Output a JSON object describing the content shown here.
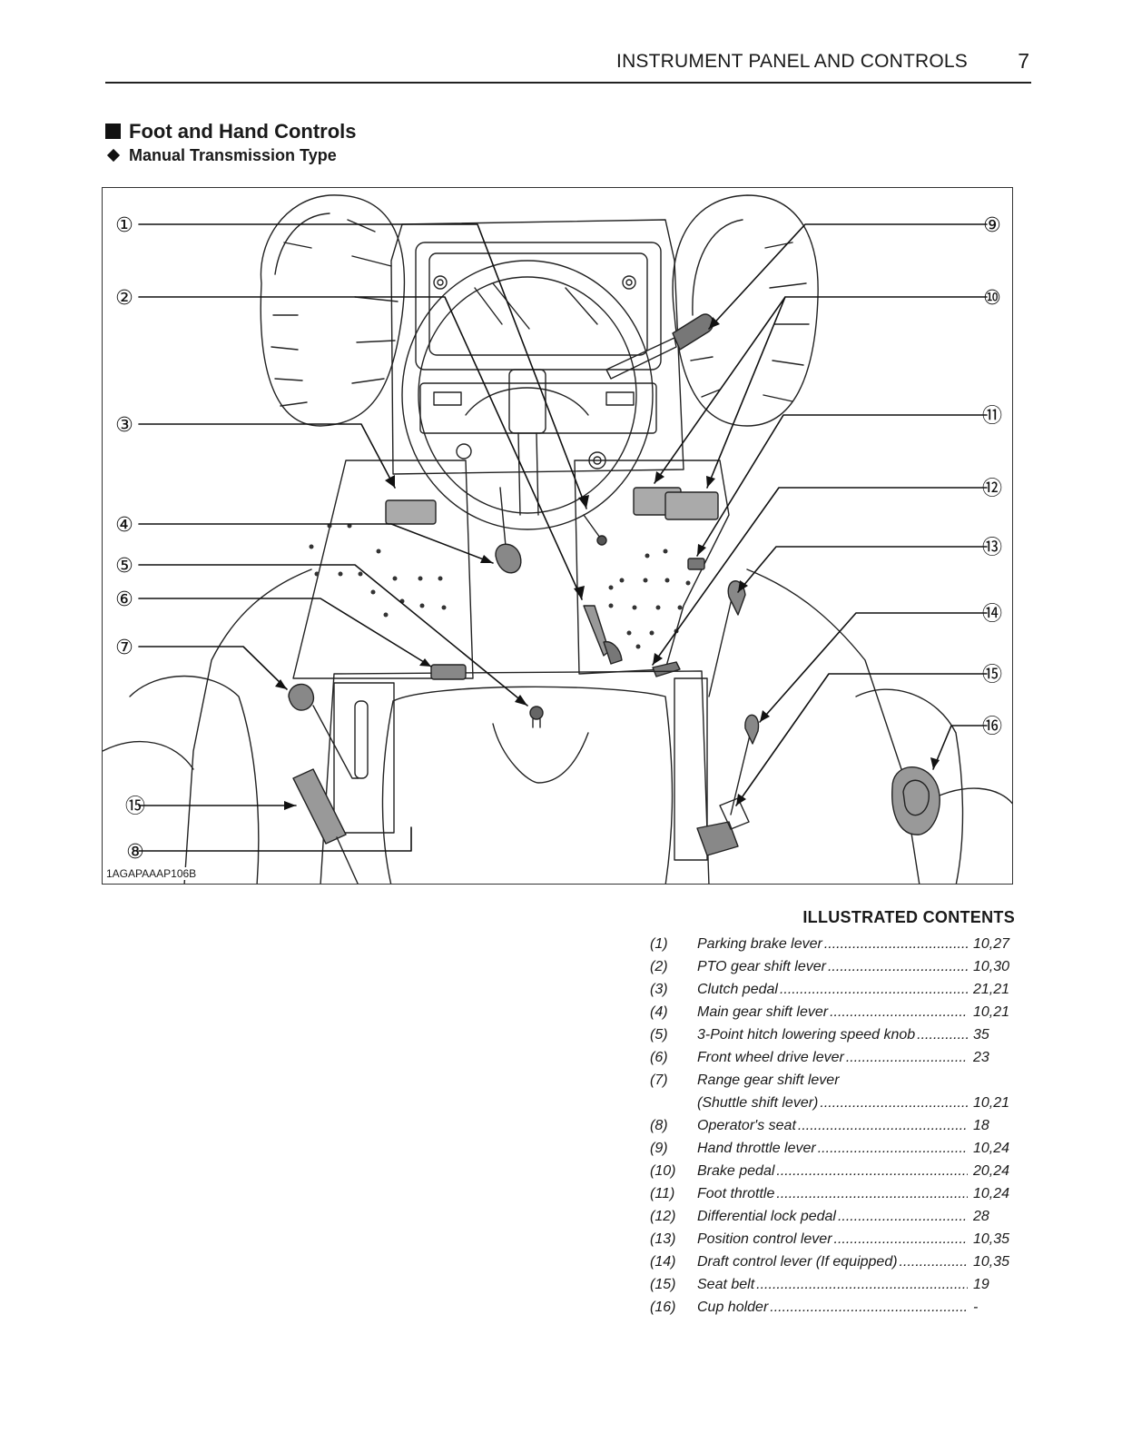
{
  "running_head": {
    "section": "INSTRUMENT PANEL AND CONTROLS",
    "page_number": "7"
  },
  "heading": {
    "title": "Foot and Hand Controls",
    "subtitle": "Manual Transmission Type"
  },
  "figure": {
    "id": "1AGAPAAAP106B",
    "callout_labels": {
      "c1": "①",
      "c2": "②",
      "c3": "③",
      "c4": "④",
      "c5": "⑤",
      "c6": "⑥",
      "c7": "⑦",
      "c8": "⑧",
      "c9": "⑨",
      "c10": "⑩",
      "c11": "⑪",
      "c12": "⑫",
      "c13": "⑬",
      "c14": "⑭",
      "c15": "⑮",
      "c16": "⑯",
      "c15b": "⑮"
    }
  },
  "contents": {
    "title": "ILLUSTRATED CONTENTS",
    "items": [
      {
        "num": "(1)",
        "label": "Parking brake lever",
        "pages": "10,27"
      },
      {
        "num": "(2)",
        "label": "PTO gear shift lever",
        "pages": "10,30"
      },
      {
        "num": "(3)",
        "label": "Clutch pedal",
        "pages": "21,21"
      },
      {
        "num": "(4)",
        "label": "Main gear shift lever",
        "pages": "10,21"
      },
      {
        "num": "(5)",
        "label": "3-Point hitch lowering speed knob",
        "pages": "35"
      },
      {
        "num": "(6)",
        "label": "Front wheel drive lever",
        "pages": "23"
      },
      {
        "num": "(7)",
        "label": "Range gear shift lever",
        "label2": "(Shuttle shift lever)",
        "pages": "10,21"
      },
      {
        "num": "(8)",
        "label": "Operator's seat",
        "pages": "18"
      },
      {
        "num": "(9)",
        "label": "Hand throttle lever",
        "pages": "10,24"
      },
      {
        "num": "(10)",
        "label": "Brake pedal",
        "pages": "20,24"
      },
      {
        "num": "(11)",
        "label": "Foot throttle",
        "pages": "10,24"
      },
      {
        "num": "(12)",
        "label": "Differential lock pedal",
        "pages": "28"
      },
      {
        "num": "(13)",
        "label": "Position control lever",
        "pages": "10,35"
      },
      {
        "num": "(14)",
        "label": "Draft control lever (If equipped)",
        "pages": "10,35"
      },
      {
        "num": "(15)",
        "label": "Seat belt",
        "pages": "19"
      },
      {
        "num": "(16)",
        "label": "Cup holder",
        "pages": "-"
      }
    ]
  }
}
